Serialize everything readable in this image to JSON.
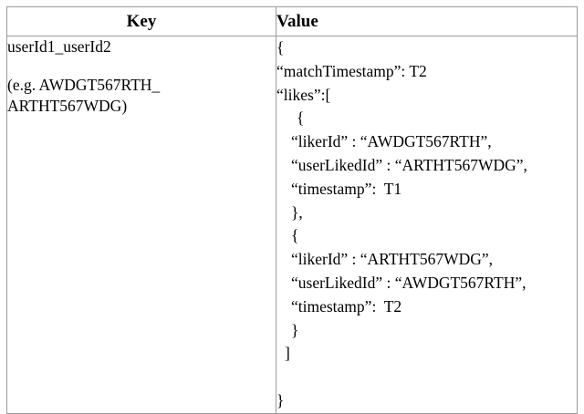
{
  "table": {
    "headers": {
      "key": "Key",
      "value": "Value"
    },
    "rows": [
      {
        "key_lines": [
          "userId1_userId2",
          "",
          "(e.g. AWDGT567RTH_",
          "ARTHT567WDG)"
        ],
        "value_lines": [
          {
            "text": "{",
            "indent": 0
          },
          {
            "text": "“matchTimestamp”: T2",
            "indent": 0
          },
          {
            "text": "“likes”:[",
            "indent": 0
          },
          {
            "text": "{",
            "indent": 3
          },
          {
            "text": "“likerId” : “AWDGT567RTH”,",
            "indent": 2
          },
          {
            "text": "“userLikedId” : “ARTHT567WDG”,",
            "indent": 2
          },
          {
            "text": "“timestamp”:  T1",
            "indent": 2
          },
          {
            "text": "},",
            "indent": 2
          },
          {
            "text": "{",
            "indent": 2
          },
          {
            "text": "“likerId” : “ARTHT567WDG”,",
            "indent": 2
          },
          {
            "text": "“userLikedId” : “AWDGT567RTH”,",
            "indent": 2
          },
          {
            "text": "“timestamp”:  T2",
            "indent": 2
          },
          {
            "text": "}",
            "indent": 2
          },
          {
            "text": "]",
            "indent": 1
          },
          {
            "text": "",
            "indent": 0
          },
          {
            "text": "}",
            "indent": 0
          }
        ]
      }
    ]
  },
  "style": {
    "border_color": "#9a9a9a",
    "text_color": "#000000",
    "background": "#ffffff"
  }
}
